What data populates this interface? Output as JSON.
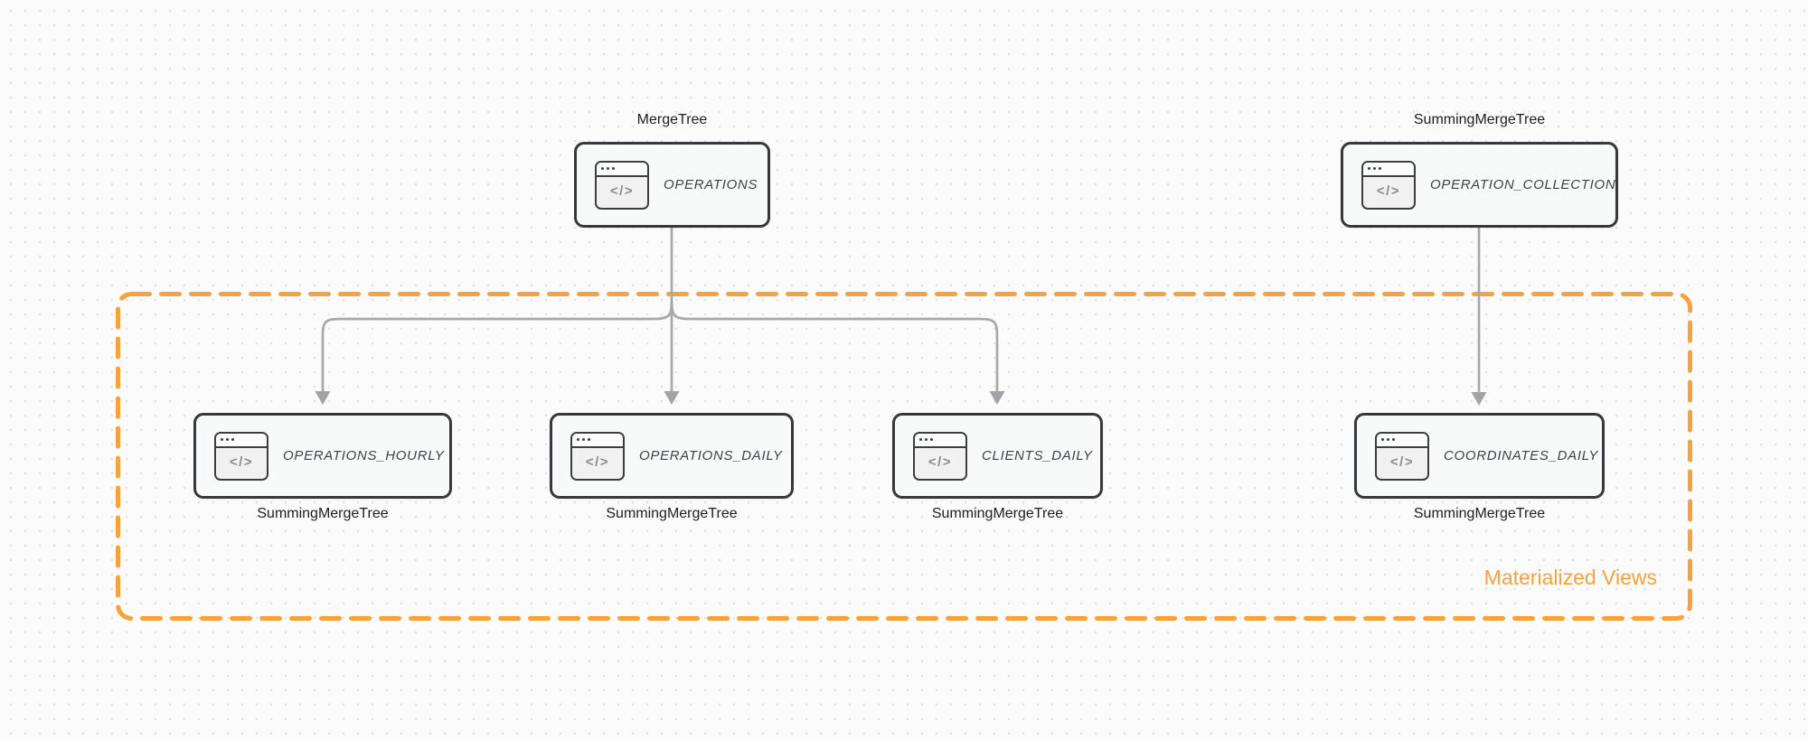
{
  "group": {
    "label": "Materialized Views"
  },
  "icon": {
    "name": "code-window-icon",
    "glyph": "</>"
  },
  "nodes": {
    "operations": {
      "name": "OPERATIONS",
      "engine": "MergeTree"
    },
    "operation_collection": {
      "name": "OPERATION_COLLECTION",
      "engine": "SummingMergeTree"
    },
    "operations_hourly": {
      "name": "OPERATIONS_HOURLY",
      "engine": "SummingMergeTree"
    },
    "operations_daily": {
      "name": "OPERATIONS_DAILY",
      "engine": "SummingMergeTree"
    },
    "clients_daily": {
      "name": "CLIENTS_DAILY",
      "engine": "SummingMergeTree"
    },
    "coordinates_daily": {
      "name": "COORDINATES_DAILY",
      "engine": "SummingMergeTree"
    }
  },
  "colors": {
    "accent_orange": "#F9A13B",
    "arrow_gray": "#A7A7AC",
    "node_border": "#35393D",
    "node_fill": "#F8F9F9",
    "node_text": "#3E4347",
    "label_text": "#1B1D21",
    "background": "#FBFBFB",
    "grid_dot": "#E3E3E7"
  }
}
